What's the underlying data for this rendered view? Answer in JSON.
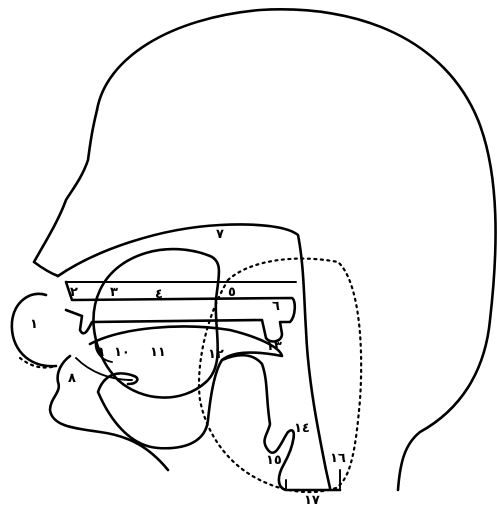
{
  "labels": {
    "n1": "١",
    "n2": "٢",
    "n3": "٣",
    "n4": "٤",
    "n5": "٥",
    "n6": "٦",
    "n7": "٧",
    "n8": "٨",
    "n9": "٩",
    "n10": "١٠",
    "n11": "١١",
    "n12": "١٢",
    "n13": "١٣",
    "n14": "١٤",
    "n15": "١٥",
    "n16": "١٦",
    "n17": "١٧"
  }
}
